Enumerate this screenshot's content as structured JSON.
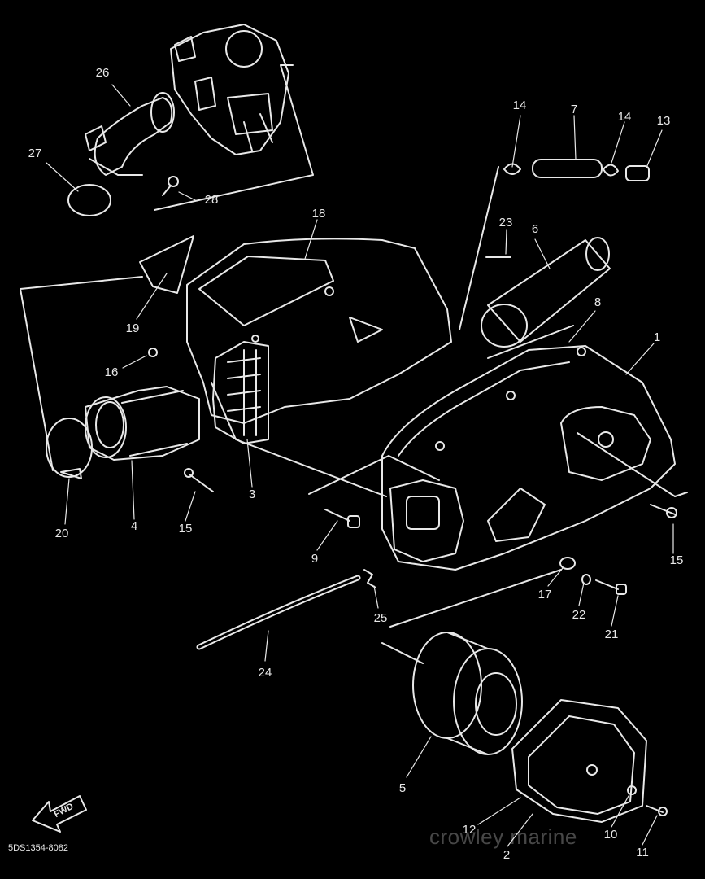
{
  "diagram": {
    "reference_code": "5DS1354-8082",
    "watermark": "crowley marine",
    "fwd_arrow_label": "FWD",
    "line_color": "#e8e8e8",
    "background_color": "#000000",
    "labels": {
      "p1": "1",
      "p2": "2",
      "p3": "3",
      "p4": "4",
      "p5": "5",
      "p6": "6",
      "p7": "7",
      "p8": "8",
      "p9": "9",
      "p10": "10",
      "p11": "11",
      "p12": "12",
      "p13": "13",
      "p14a": "14",
      "p14b": "14",
      "p15a": "15",
      "p15b": "15",
      "p16": "16",
      "p17": "17",
      "p18": "18",
      "p19": "19",
      "p20": "20",
      "p21": "21",
      "p22": "22",
      "p23": "23",
      "p24": "24",
      "p25": "25",
      "p26": "26",
      "p27": "27",
      "p28": "28"
    }
  }
}
